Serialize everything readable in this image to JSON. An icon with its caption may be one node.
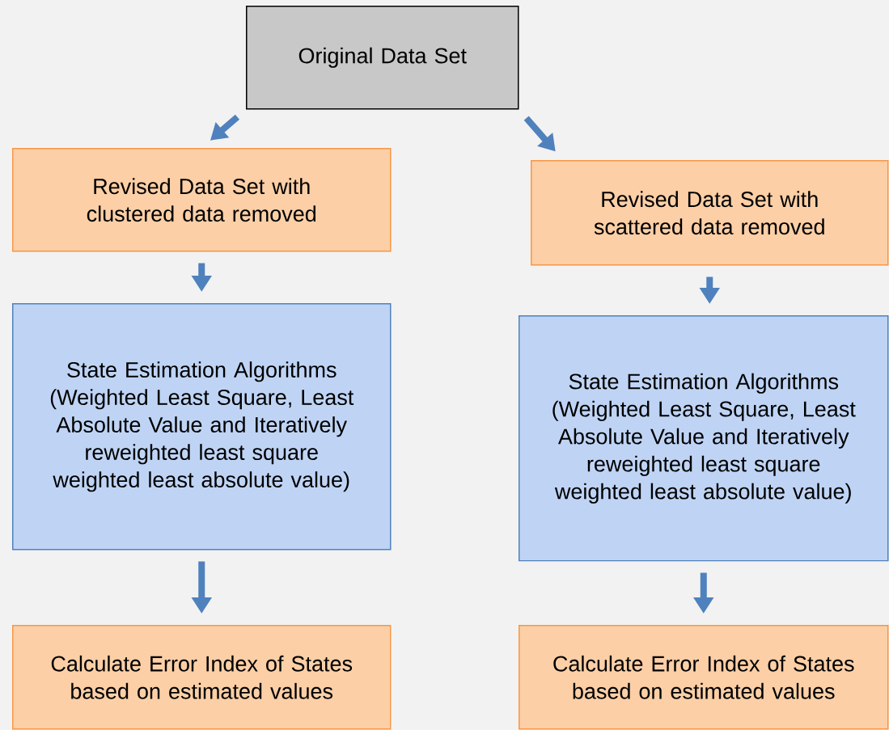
{
  "diagram": {
    "nodes": [
      {
        "text": [
          "Original Data Set"
        ]
      },
      {
        "text": [
          "Revised Data Set with clustered data removed"
        ]
      },
      {
        "text": [
          "Revised Data Set with scattered data removed"
        ]
      },
      {
        "text": [
          "State Estimation Algorithms (Weighted Least Square, Least Absolute Value and Iteratively reweighted least square weighted least absolute value)"
        ]
      },
      {
        "text": [
          "State Estimation Algorithms (Weighted Least Square, Least Absolute Value and Iteratively reweighted least square weighted least absolute value)"
        ]
      },
      {
        "text": [
          "Calculate Error Index of States based on estimated values"
        ]
      },
      {
        "text": [
          "Calculate Error Index of States based on estimated values"
        ]
      }
    ],
    "edges": [
      {
        "from": 0,
        "to": 1,
        "arrow": "to"
      },
      {
        "from": 0,
        "to": 2,
        "arrow": "to"
      },
      {
        "from": 1,
        "to": 3,
        "arrow": "to"
      },
      {
        "from": 2,
        "to": 4,
        "arrow": "to"
      },
      {
        "from": 3,
        "to": 5,
        "arrow": "to"
      },
      {
        "from": 4,
        "to": 6,
        "arrow": "to"
      }
    ]
  }
}
